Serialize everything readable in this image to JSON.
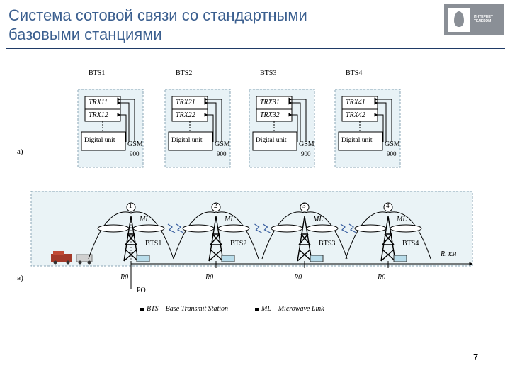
{
  "slide": {
    "title_line1": "Система сотовой связи со стандартными",
    "title_line2": "базовыми станциями",
    "logo_text_line1": "ИНТЕРНЕТ",
    "logo_text_line2": "ТЕЛЕКОМ",
    "page_number": "7",
    "colors": {
      "title": "#3b5f8f",
      "bts_box": "#e8f2f6",
      "band": "#eaf3f6",
      "border": "#8aa6b5"
    }
  },
  "diagram_a": {
    "label": "а)",
    "stations": [
      {
        "name": "BTS1",
        "trx": [
          "TRX11",
          "TRX12"
        ],
        "digital": "Digital unit",
        "gsm": "GSM",
        "band": "900"
      },
      {
        "name": "BTS2",
        "trx": [
          "TRX21",
          "TRX22"
        ],
        "digital": "Digital unit",
        "gsm": "GSM",
        "band": "900"
      },
      {
        "name": "BTS3",
        "trx": [
          "TRX31",
          "TRX32"
        ],
        "digital": "Digital unit",
        "gsm": "GSM",
        "band": "900"
      },
      {
        "name": "BTS4",
        "trx": [
          "TRX41",
          "TRX42"
        ],
        "digital": "Digital unit",
        "gsm": "GSM",
        "band": "900"
      }
    ]
  },
  "diagram_b": {
    "label": "в)",
    "sites": [
      {
        "num": "1",
        "ml": "ML",
        "bts": "BTS1",
        "r": "R0"
      },
      {
        "num": "2",
        "ml": "ML",
        "bts": "BTS2",
        "r": "R0"
      },
      {
        "num": "3",
        "ml": "ML",
        "bts": "BTS3",
        "r": "R0"
      },
      {
        "num": "4",
        "ml": "ML",
        "bts": "BTS4",
        "r": "R0"
      }
    ],
    "axis_label": "R, км",
    "origin": "PO"
  },
  "legend": {
    "bts": "BTS – Base Transmit Station",
    "ml": "ML – Microwave Link"
  }
}
